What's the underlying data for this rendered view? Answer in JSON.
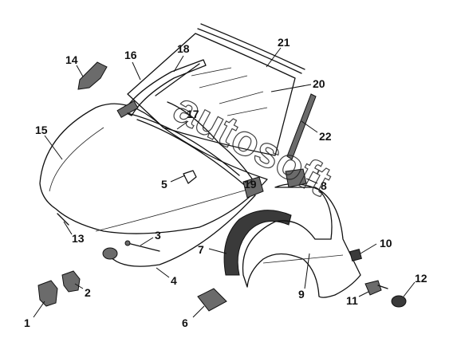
{
  "diagram": {
    "watermark": "autosoft",
    "callouts": [
      {
        "id": "1",
        "label": "1"
      },
      {
        "id": "2",
        "label": "2"
      },
      {
        "id": "3",
        "label": "3"
      },
      {
        "id": "4",
        "label": "4"
      },
      {
        "id": "5",
        "label": "5"
      },
      {
        "id": "6",
        "label": "6"
      },
      {
        "id": "7",
        "label": "7"
      },
      {
        "id": "8",
        "label": "8"
      },
      {
        "id": "9",
        "label": "9"
      },
      {
        "id": "10",
        "label": "10"
      },
      {
        "id": "11",
        "label": "11"
      },
      {
        "id": "12",
        "label": "12"
      },
      {
        "id": "13",
        "label": "13"
      },
      {
        "id": "14",
        "label": "14"
      },
      {
        "id": "15",
        "label": "15"
      },
      {
        "id": "16",
        "label": "16"
      },
      {
        "id": "17",
        "label": "17"
      },
      {
        "id": "18",
        "label": "18"
      },
      {
        "id": "19",
        "label": "19"
      },
      {
        "id": "20",
        "label": "20"
      },
      {
        "id": "21",
        "label": "21"
      },
      {
        "id": "22",
        "label": "22"
      }
    ]
  }
}
